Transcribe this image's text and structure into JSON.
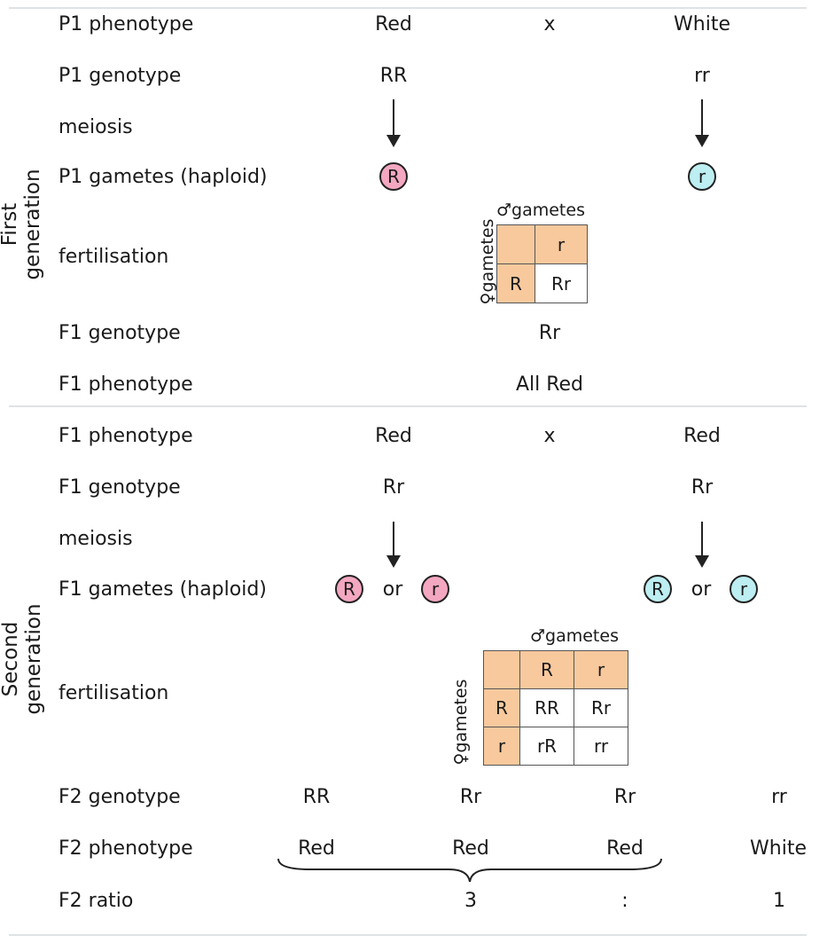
{
  "generation_labels": {
    "first": "First generation",
    "second": "Second generation"
  },
  "first": {
    "rows": {
      "p1_phenotype": "P1 phenotype",
      "p1_genotype": "P1 genotype",
      "meiosis": "meiosis",
      "p1_gametes": "P1 gametes (haploid)",
      "fertilisation": "fertilisation",
      "f1_genotype": "F1 genotype",
      "f1_phenotype": "F1 phenotype"
    },
    "parent_a": {
      "phenotype": "Red",
      "genotype": "RR",
      "gamete": "R"
    },
    "cross": "x",
    "parent_b": {
      "phenotype": "White",
      "genotype": "rr",
      "gamete": "r"
    },
    "punnett": {
      "male_label": "♂gametes",
      "female_label": "♀gametes",
      "col_headers": [
        "r"
      ],
      "row_headers": [
        "R"
      ],
      "cells": [
        [
          "Rr"
        ]
      ]
    },
    "f1_genotype": "Rr",
    "f1_phenotype": "All Red"
  },
  "second": {
    "rows": {
      "f1_phenotype": "F1 phenotype",
      "f1_genotype": "F1 genotype",
      "meiosis": "meiosis",
      "f1_gametes": "F1 gametes (haploid)",
      "fertilisation": "fertilisation",
      "f2_genotype": "F2 genotype",
      "f2_phenotype": "F2 phenotype",
      "f2_ratio": "F2 ratio"
    },
    "parent_a": {
      "phenotype": "Red",
      "genotype": "Rr",
      "gametes": [
        "R",
        "r"
      ]
    },
    "cross": "x",
    "or": "or",
    "parent_b": {
      "phenotype": "Red",
      "genotype": "Rr",
      "gametes": [
        "R",
        "r"
      ]
    },
    "punnett": {
      "male_label": "♂gametes",
      "female_label": "♀gametes",
      "col_headers": [
        "R",
        "r"
      ],
      "row_headers": [
        "R",
        "r"
      ],
      "cells": [
        [
          "RR",
          "Rr"
        ],
        [
          "rR",
          "rr"
        ]
      ]
    },
    "f2_genotypes": [
      "RR",
      "Rr",
      "Rr",
      "rr"
    ],
    "f2_phenotypes": [
      "Red",
      "Red",
      "Red",
      "White"
    ],
    "f2_ratio": {
      "dominant": "3",
      "sep": ":",
      "recessive": "1"
    }
  },
  "colors": {
    "dominant_gamete": "#f4a7c0",
    "recessive_gamete": "#bdeef2",
    "punnett_header": "#f8c99d",
    "rule": "#dfe3e6"
  }
}
